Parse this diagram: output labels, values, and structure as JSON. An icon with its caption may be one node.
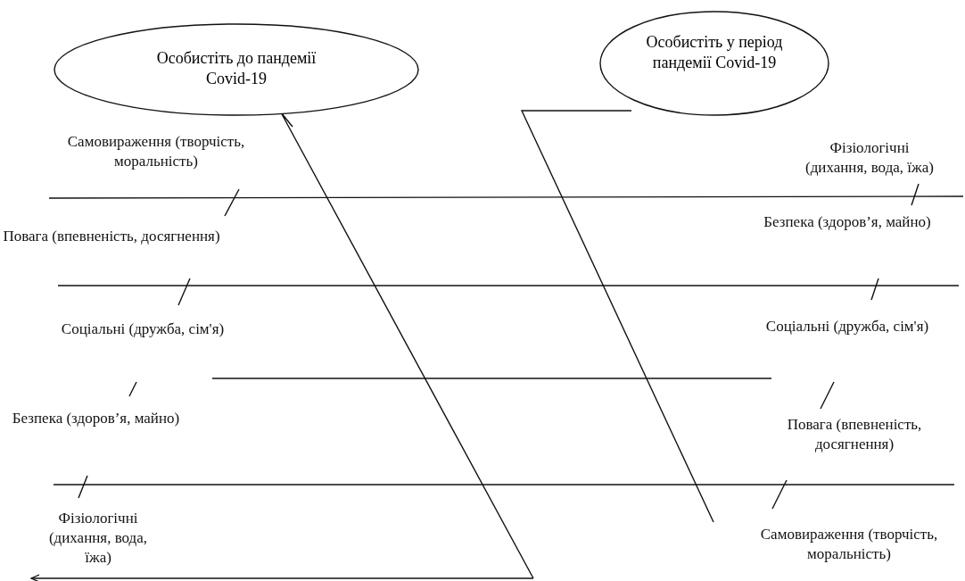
{
  "diagram": {
    "nodes": [
      {
        "text": [
          "Особистіть до пандемії Covid-19"
        ]
      },
      {
        "text": [
          "Особистіть у період пандемії Covid-19"
        ]
      }
    ],
    "labels": [
      "Самовираження (творчість, моральність)",
      "Фізіологічні (дихання, вода, їжа)",
      "Безпека (здоров’я, майно)",
      "Повага (впевненість, досягнення)",
      "Соціальні (дружба, сім'я)",
      "Соціальні (дружба, сім'я)",
      "Безпека (здоров’я, майно)",
      "Повага (впевненість, досягнення)",
      "Фізіологічні (дихання, вода, їжа)",
      "Самовираження (творчість, моральність)"
    ]
  }
}
